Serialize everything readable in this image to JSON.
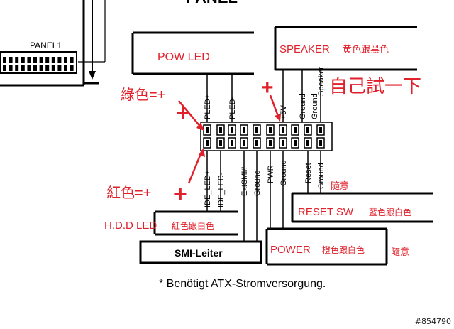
{
  "header": {
    "panel_title_partial": "PANEL"
  },
  "board": {
    "panel_label": "PANEL1"
  },
  "boxes": {
    "pow_led": "POW LED",
    "speaker": "SPEAKER",
    "speaker_note": "黄色跟黑色",
    "hdd_led": "H.D.D LED",
    "hdd_note": "紅色跟白色",
    "smi": "SMI-Leiter",
    "reset": "RESET SW",
    "reset_note": "藍色跟白色",
    "power": "POWER",
    "power_note": "橙色跟白色"
  },
  "pins_top": [
    "PLED+",
    "PLED-",
    "+5V",
    "Ground",
    "Ground",
    "Speaker"
  ],
  "pins_bottom": [
    "IDE_LED+",
    "IDE_LED-",
    "ExtSMI#",
    "Ground",
    "PWR",
    "Ground",
    "Reset",
    "Ground"
  ],
  "annotations": {
    "green_plus": "綠色=+",
    "red_plus": "紅色=+",
    "try_it": "自己試一下",
    "anything_1": "隨意",
    "anything_2": "隨意",
    "plus_mark": "+"
  },
  "footnote": "* Benötigt ATX-Stromversorgung.",
  "watermark": "#854790",
  "colors": {
    "line": "#000000",
    "annotation": "#e0202a"
  }
}
